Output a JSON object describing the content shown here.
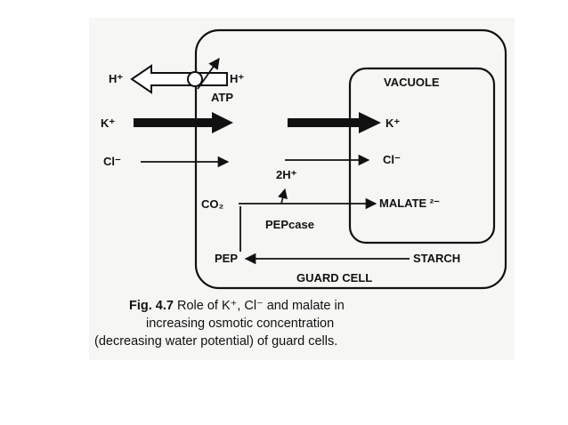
{
  "diagram": {
    "labels": {
      "h_out": "H⁺",
      "h_in": "H⁺",
      "atp": "ATP",
      "k_out": "K⁺",
      "cl_out": "Cl⁻",
      "vacuole": "VACUOLE",
      "k_vac": "K⁺",
      "cl_vac": "Cl⁻",
      "two_h": "2H⁺",
      "co2": "CO₂",
      "malate": "MALATE ²⁻",
      "pepcase": "PEPcase",
      "pep": "PEP",
      "starch": "STARCH",
      "guard_cell": "GUARD CELL"
    },
    "caption": {
      "figure_number": "Fig. 4.7",
      "line1_rest": "Role of K⁺, Cl⁻ and malate in",
      "line2": "increasing osmotic concentration",
      "line3": "(decreasing water potential) of guard cells."
    }
  }
}
